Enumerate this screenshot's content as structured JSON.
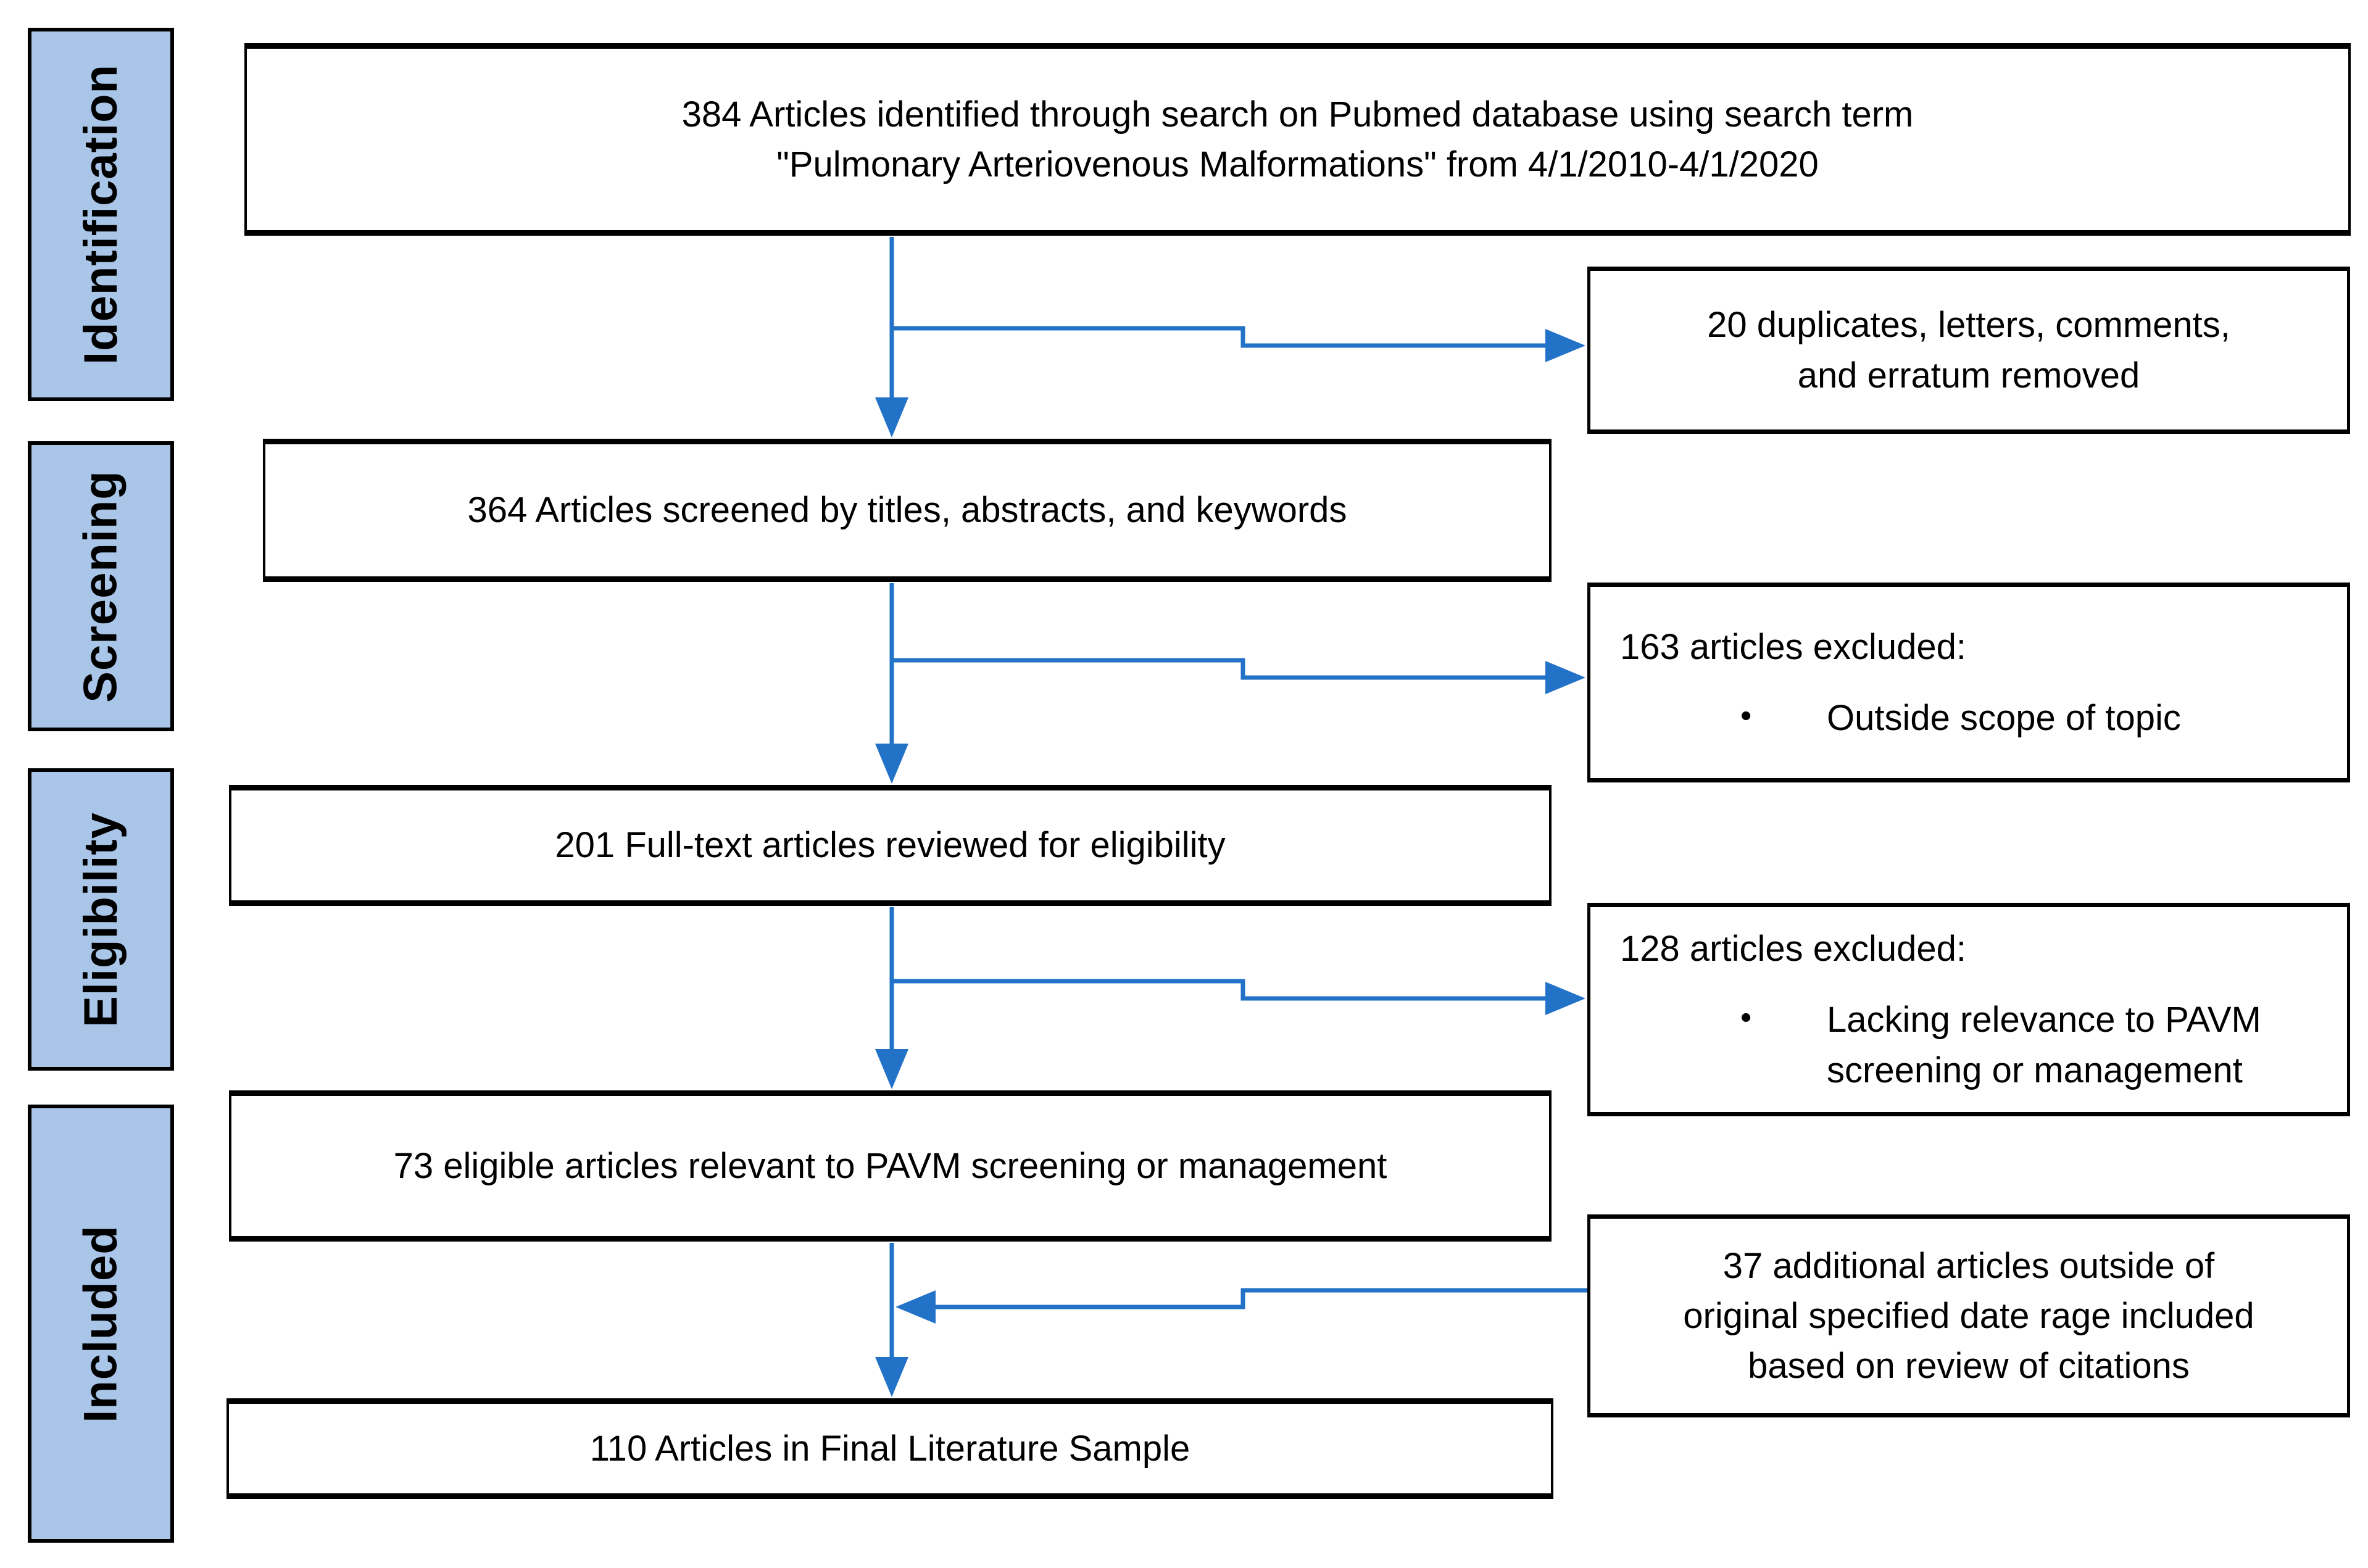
{
  "colors": {
    "stage_fill": "#A9C6E8",
    "box_border": "#000000",
    "connector": "#2272C8",
    "text": "#000000",
    "background": "#FFFFFF"
  },
  "stages": [
    {
      "label": "Identification"
    },
    {
      "label": "Screening"
    },
    {
      "label": "Eligibility"
    },
    {
      "label": "Included"
    }
  ],
  "flow": {
    "identified": {
      "line1": "384 Articles identified through search on Pubmed database using search term",
      "line2": "\"Pulmonary Arteriovenous Malformations\" from 4/1/2010-4/1/2020"
    },
    "screened": {
      "text": "364 Articles screened by titles, abstracts, and keywords"
    },
    "fulltext": {
      "text": "201 Full-text articles reviewed for eligibility"
    },
    "eligible": {
      "text": "73 eligible articles relevant to PAVM screening or management"
    },
    "final": {
      "text": "110 Articles in Final Literature Sample"
    }
  },
  "exclusions": {
    "duplicates": {
      "line1": "20 duplicates, letters, comments,",
      "line2": "and erratum removed"
    },
    "screened_out": {
      "heading": "163 articles excluded:",
      "bullet_glyph": "•",
      "bullet": "Outside scope of topic"
    },
    "fulltext_out": {
      "heading": "128 articles excluded:",
      "bullet_glyph": "•",
      "bullet": "Lacking relevance to PAVM screening or management"
    },
    "additional": {
      "line1": "37 additional articles outside of",
      "line2": "original specified date rage included",
      "line3": "based on review of citations"
    }
  }
}
